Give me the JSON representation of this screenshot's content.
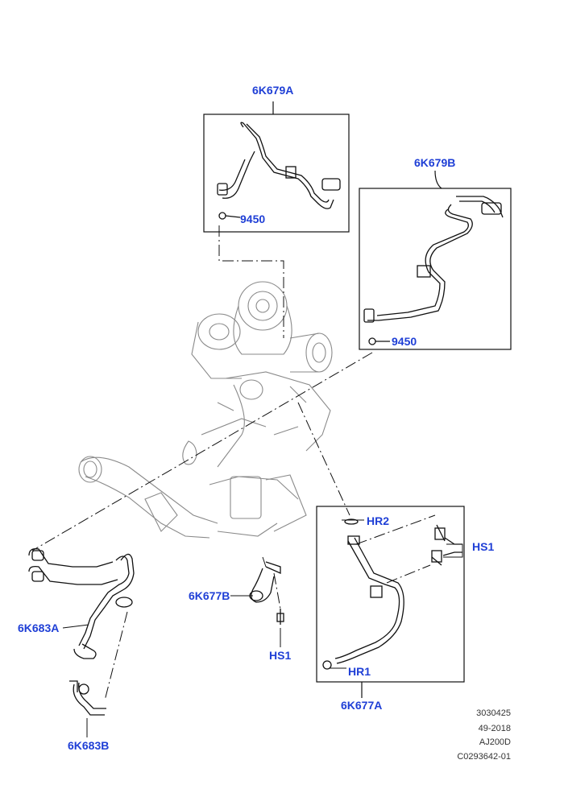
{
  "callouts": {
    "c_6k679a": "6K679A",
    "c_9450_a": "9450",
    "c_6k679b": "6K679B",
    "c_9450_b": "9450",
    "c_hr2": "HR2",
    "c_hs1_right": "HS1",
    "c_6k677b": "6K677B",
    "c_hs1_bottom": "HS1",
    "c_6k683a": "6K683A",
    "c_hr1": "HR1",
    "c_6k677a": "6K677A",
    "c_6k683b": "6K683B"
  },
  "footer": {
    "line1": "3030425",
    "line2": "49-2018",
    "line3": "AJ200D",
    "line4": "C0293642-01"
  },
  "colors": {
    "callout": "#1f3fd6",
    "line": "#111111",
    "ghost": "#8a8a8a"
  }
}
